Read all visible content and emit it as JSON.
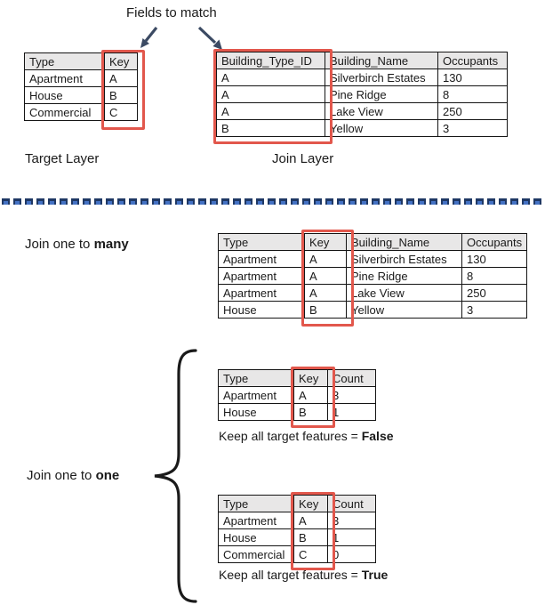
{
  "title": "Fields to match",
  "labels": {
    "target_layer": "Target Layer",
    "join_layer": "Join Layer",
    "one_to_many_prefix": "Join one to ",
    "one_to_many_bold": "many",
    "one_to_one_prefix": "Join one to ",
    "one_to_one_bold": "one"
  },
  "captions": {
    "false_prefix": "Keep all target features = ",
    "false_value": "False",
    "true_prefix": "Keep all target features = ",
    "true_value": "True"
  },
  "icons": {
    "left_arrow": "arrow-down-left-icon",
    "right_arrow": "arrow-down-right-icon",
    "brace": "curly-brace-icon"
  },
  "colors": {
    "highlight_red": "#e2574c",
    "header_gray": "#e8e7e7",
    "separator_dark": "#1f3864",
    "separator_light": "#4472c4",
    "arrow": "#3b4a63",
    "text": "#1a1a1a"
  },
  "tables": {
    "target": {
      "columns": [
        "Type",
        "Key"
      ],
      "rows": [
        [
          "Apartment",
          "A"
        ],
        [
          "House",
          "B"
        ],
        [
          "Commercial",
          "C"
        ]
      ],
      "highlight_col": 1
    },
    "join": {
      "columns": [
        "Building_Type_ID",
        "Building_Name",
        "Occupants"
      ],
      "rows": [
        [
          "A",
          "Silverbirch Estates",
          "130"
        ],
        [
          "A",
          "Pine Ridge",
          "8"
        ],
        [
          "A",
          "Lake View",
          "250"
        ],
        [
          "B",
          "Yellow",
          "3"
        ]
      ],
      "highlight_col": 0
    },
    "one_to_many": {
      "columns": [
        "Type",
        "Key",
        "Building_Name",
        "Occupants"
      ],
      "rows": [
        [
          "Apartment",
          "A",
          "Silverbirch Estates",
          "130"
        ],
        [
          "Apartment",
          "A",
          "Pine Ridge",
          "8"
        ],
        [
          "Apartment",
          "A",
          "Lake View",
          "250"
        ],
        [
          "House",
          "B",
          "Yellow",
          "3"
        ]
      ],
      "highlight_col": 1
    },
    "one_to_one_false": {
      "columns": [
        "Type",
        "Key",
        "Count"
      ],
      "rows": [
        [
          "Apartment",
          "A",
          "3"
        ],
        [
          "House",
          "B",
          "1"
        ]
      ],
      "highlight_col": 1
    },
    "one_to_one_true": {
      "columns": [
        "Type",
        "Key",
        "Count"
      ],
      "rows": [
        [
          "Apartment",
          "A",
          "3"
        ],
        [
          "House",
          "B",
          "1"
        ],
        [
          "Commercial",
          "C",
          "0"
        ]
      ],
      "highlight_col": 1
    }
  }
}
